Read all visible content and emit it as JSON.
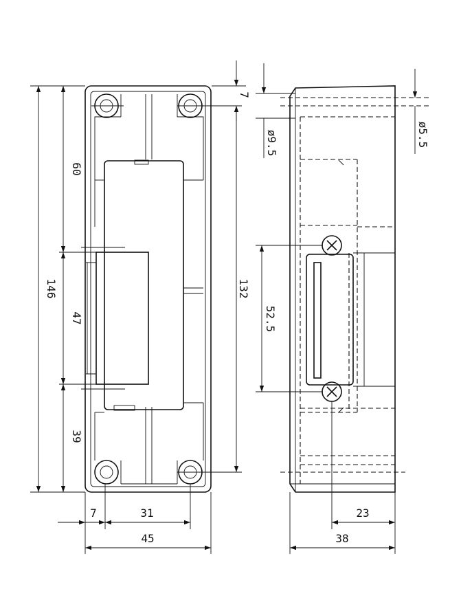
{
  "front_view": {
    "dim_height_total": "146",
    "dim_top_section": "60",
    "dim_mid_section": "47",
    "dim_bottom_section": "39",
    "dim_hole_spacing": "132",
    "dim_top_offset": "7",
    "dim_width_total": "45",
    "dim_left_offset": "7",
    "dim_hole_distance": "31"
  },
  "side_view": {
    "dim_screw_spacing": "52.5",
    "dim_hole_dia_1": "ø9.5",
    "dim_hole_dia_2": "ø5.5",
    "dim_depth_total": "38",
    "dim_depth_partial": "23"
  }
}
